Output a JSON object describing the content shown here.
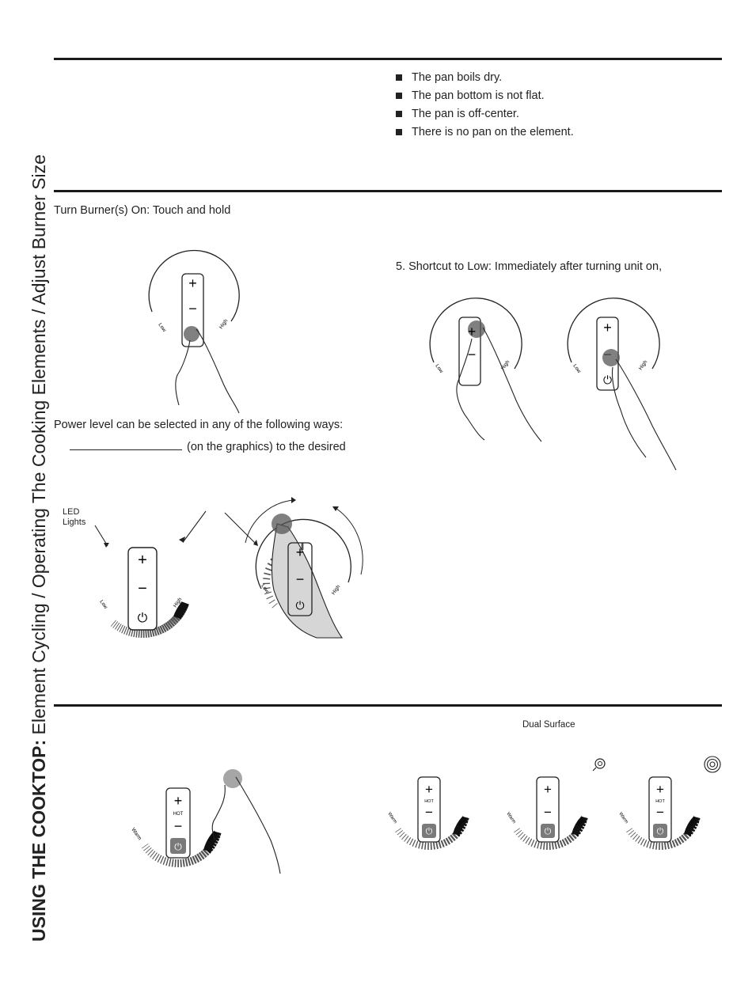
{
  "sidebar": {
    "bold_part": "USING THE COOKTOP:",
    "rest": "Element Cycling / Operating The Cooking Elements / Adjust Burner Size"
  },
  "cycling_bullets": [
    "The pan boils dry.",
    "The pan bottom is not flat.",
    "The pan is off-center.",
    "There is no pan on the element."
  ],
  "operating": {
    "turn_on_text": "Turn Burner(s) On: Touch and hold",
    "power_level_text": "Power level can be selected in any of the following ways:",
    "graphics_text": "(on the graphics) to the desired",
    "shortcut_text": "5.  Shortcut to Low: Immediately after turning unit on,",
    "led_label_line1": "LED",
    "led_label_line2": "Lights"
  },
  "control": {
    "plus": "+",
    "minus": "−",
    "low": "Low",
    "high": "High",
    "warm": "Warm",
    "hot": "HOT"
  },
  "burner_size": {
    "dual_surface_label": "Dual Surface"
  }
}
